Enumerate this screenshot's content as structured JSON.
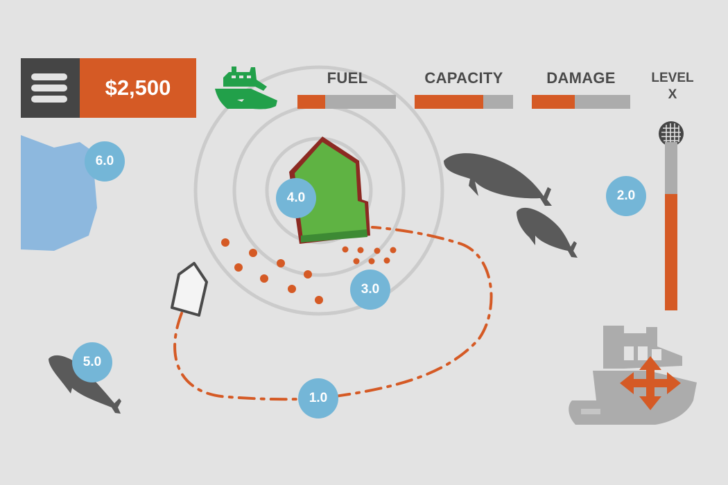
{
  "hud": {
    "money": "$2,500",
    "meters": [
      {
        "label": "FUEL",
        "value": 0.28
      },
      {
        "label": "CAPACITY",
        "value": 0.7
      },
      {
        "label": "DAMAGE",
        "value": 0.44
      }
    ],
    "level": {
      "line1": "LEVEL",
      "line2": "X",
      "value": 0.69
    }
  },
  "markers": [
    "1.0",
    "2.0",
    "3.0",
    "4.0",
    "5.0",
    "6.0"
  ],
  "colors": {
    "background": "#e3e3e3",
    "accent": "#d55a25",
    "badge": "#74b6d7",
    "island": "#5fb343",
    "island_edge": "#8c2a22",
    "water_zone": "#8db8de",
    "creature": "#5a5a5a",
    "player_boat": "#22a04a",
    "dark_panel": "#454545"
  },
  "icons": {
    "menu": "hamburger-icon",
    "player": "green-boat-icon",
    "net": "net-ball-icon",
    "move": "four-way-arrow-icon"
  }
}
